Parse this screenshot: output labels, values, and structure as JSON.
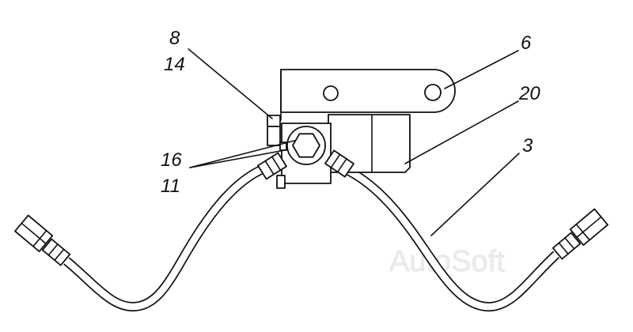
{
  "callouts": [
    {
      "label": "8"
    },
    {
      "label": "14"
    },
    {
      "label": "6"
    },
    {
      "label": "20"
    },
    {
      "label": "16"
    },
    {
      "label": "11"
    },
    {
      "label": "3"
    }
  ],
  "watermark": "AutoSoft"
}
